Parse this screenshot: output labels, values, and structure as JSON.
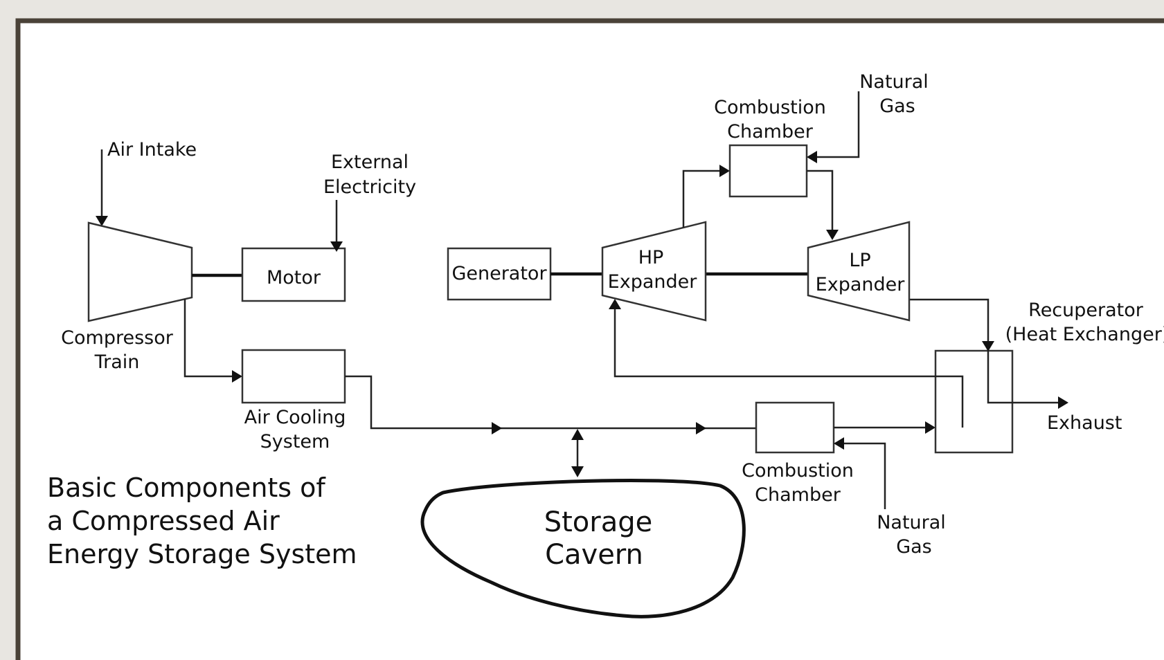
{
  "title_lines": [
    "Basic Components of",
    "a Compressed Air",
    "Energy Storage System"
  ],
  "inputs": {
    "air_intake": "Air Intake",
    "external_electricity": [
      "External",
      "Electricity"
    ],
    "natural_gas_top": [
      "Natural",
      "Gas"
    ],
    "natural_gas_bottom": [
      "Natural",
      "Gas"
    ]
  },
  "components": {
    "compressor": [
      "Compressor",
      "Train"
    ],
    "motor": "Motor",
    "air_cooling": [
      "Air Cooling",
      "System"
    ],
    "generator": "Generator",
    "hp_expander": [
      "HP",
      "Expander"
    ],
    "lp_expander": [
      "LP",
      "Expander"
    ],
    "combustion_top": [
      "Combustion",
      "Chamber"
    ],
    "combustion_bottom": [
      "Combustion",
      "Chamber"
    ],
    "recuperator": [
      "Recuperator",
      "(Heat Exchanger)"
    ],
    "storage": [
      "Storage",
      "Cavern"
    ]
  },
  "outputs": {
    "exhaust": "Exhaust"
  }
}
